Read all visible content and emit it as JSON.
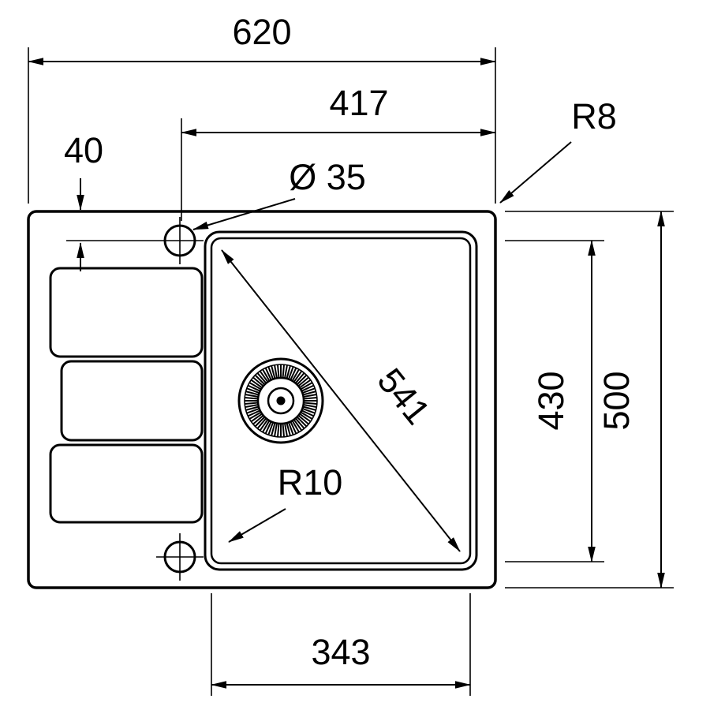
{
  "diagram": {
    "labels": {
      "overall_width": "620",
      "tap_to_right_edge": "417",
      "tap_offset_top": "40",
      "tap_hole_diameter": "Ø 35",
      "outer_corner_radius": "R8",
      "bowl_diagonal": "541",
      "bowl_length": "430",
      "overall_depth": "500",
      "bowl_corner_radius": "R10",
      "bowl_width": "343"
    },
    "colors": {
      "line": "#000000",
      "background": "#ffffff"
    }
  }
}
